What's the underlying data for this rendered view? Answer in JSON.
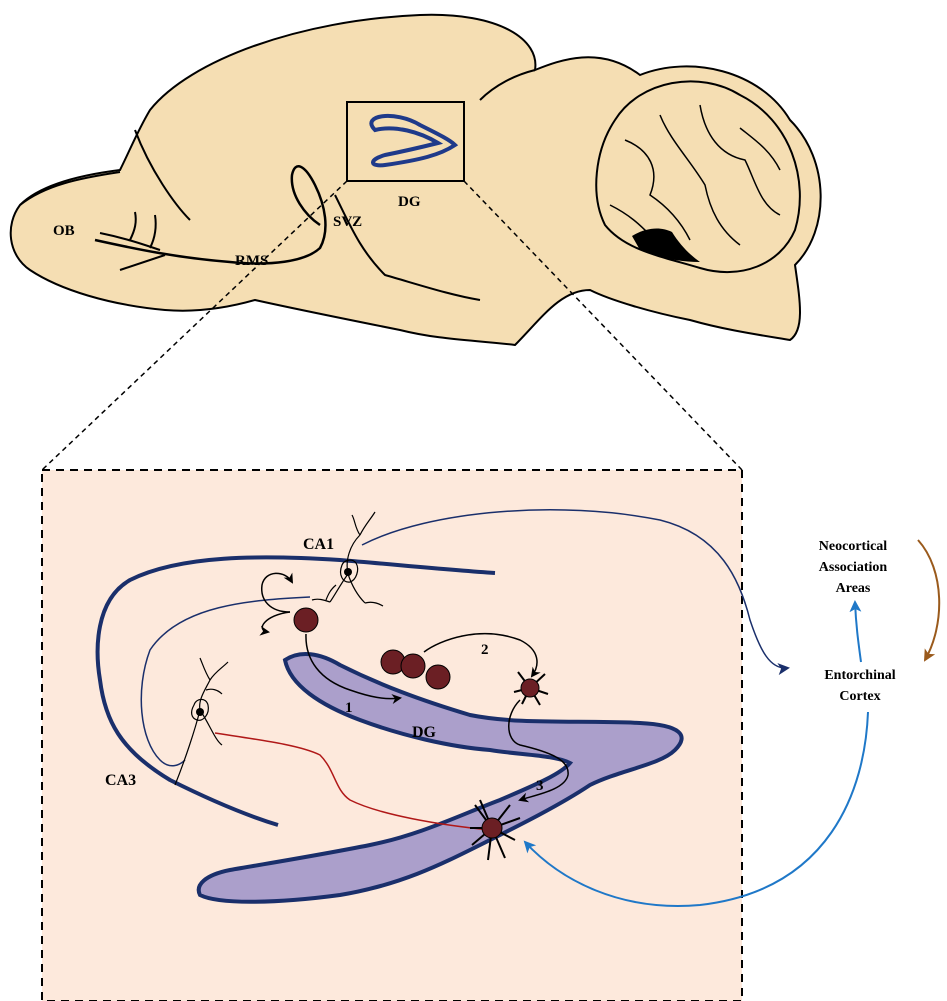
{
  "brain_labels": {
    "ob": "OB",
    "rms": "RMS",
    "svz": "SVZ",
    "dg": "DG"
  },
  "hippocampus_labels": {
    "ca1": "CA1",
    "ca3": "CA3",
    "dg": "DG",
    "step1": "1",
    "step2": "2",
    "step3": "3"
  },
  "side_labels": {
    "neocortical_line1": "Neocortical",
    "neocortical_line2": "Association",
    "neocortical_line3": "Areas",
    "entorhinal_line1": "Entorchinal",
    "entorhinal_line2": "Cortex"
  },
  "colors": {
    "brain_fill": "#f5deb3",
    "inset_fill": "#fde9dc",
    "dg_fill": "#ab9fcb",
    "pathway_navy": "#1a2f6b",
    "cell_fill": "#6b1f24",
    "blue_arrow": "#1f78c8",
    "brown_arrow": "#9a5a1c",
    "red_axon": "#b01818"
  }
}
